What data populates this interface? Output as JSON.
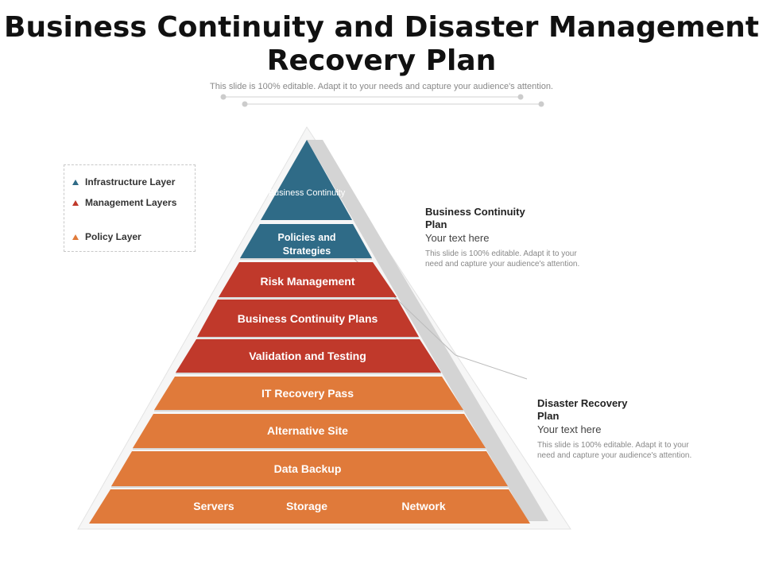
{
  "title": "Business Continuity and Disaster Management Recovery Plan",
  "subtitle": "This slide is 100% editable. Adapt it to your needs and capture your audience's attention.",
  "legend": [
    {
      "label": "Infrastructure Layer",
      "color": "#2f6b87"
    },
    {
      "label": "Management Layers",
      "color": "#c0392b"
    },
    {
      "label": "Policy Layer",
      "color": "#e07a3a"
    }
  ],
  "pyramid": {
    "layers": [
      {
        "label": "Business Continuity",
        "color": "#2f6b87"
      },
      {
        "label": "Policies and Strategies",
        "color": "#2f6b87"
      },
      {
        "label": "Risk Management",
        "color": "#c0392b"
      },
      {
        "label": "Business Continuity Plans",
        "color": "#c0392b"
      },
      {
        "label": "Validation and Testing",
        "color": "#c0392b"
      },
      {
        "label": "IT Recovery Pass",
        "color": "#e07a3a"
      },
      {
        "label": "Alternative Site",
        "color": "#e07a3a"
      },
      {
        "label": "Data Backup",
        "color": "#e07a3a"
      }
    ],
    "base": {
      "servers": "Servers",
      "storage": "Storage",
      "network": "Network",
      "color": "#e07a3a"
    }
  },
  "callouts": {
    "bcp": {
      "heading": "Business Continuity Plan",
      "your_text": "Your text here",
      "desc": "This slide is 100% editable. Adapt it to your need and capture your audience's attention."
    },
    "drp": {
      "heading": "Disaster Recovery Plan",
      "your_text": "Your text here",
      "desc": "This slide is 100% editable. Adapt it to your need and capture your audience's attention."
    }
  }
}
